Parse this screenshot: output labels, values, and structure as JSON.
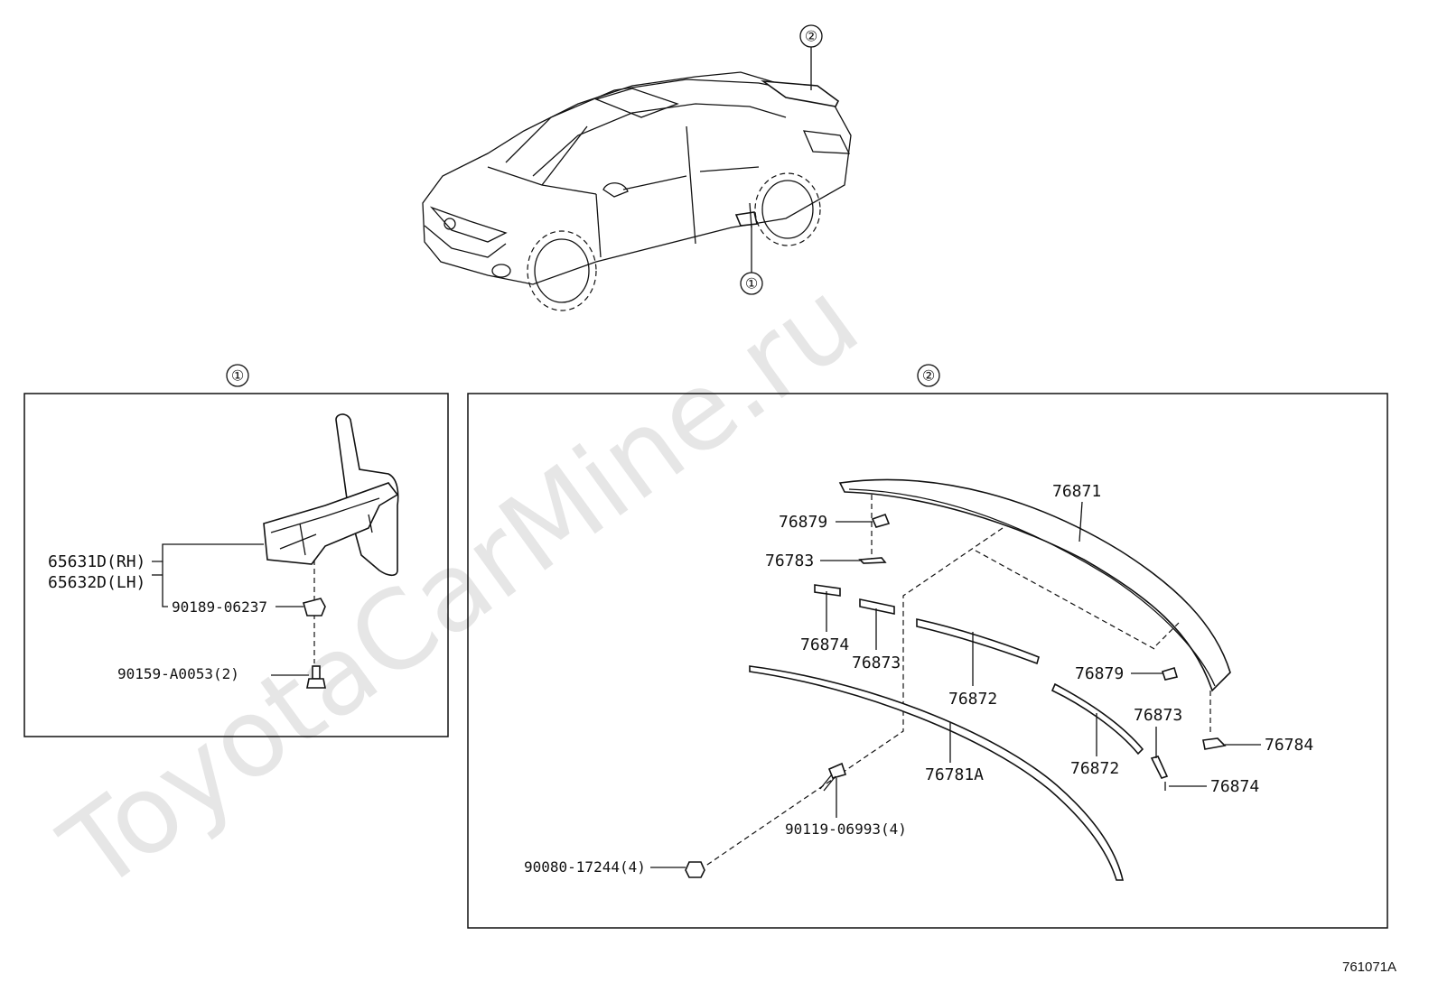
{
  "watermark": "ToyotaCarMine.ru",
  "diagram_id": "761071A",
  "callouts": {
    "c1": "①",
    "c2": "②"
  },
  "panel1": {
    "labels": {
      "rh": "65631D(RH)",
      "lh": "65632D(LH)",
      "clip": "90189-06237",
      "screw": "90159-A0053(2)"
    }
  },
  "panel2": {
    "labels": {
      "spoiler": "76871",
      "clip_a": "76879",
      "pad_a": "76783",
      "seal_a": "76874",
      "seal_b": "76873",
      "strip_a": "76872",
      "clip_b": "76879",
      "seal_c": "76873",
      "pad_b": "76784",
      "strip_b": "76872",
      "seal_d": "76874",
      "molding": "76781A",
      "bolt": "90119-06993(4)",
      "nut": "90080-17244(4)"
    }
  }
}
